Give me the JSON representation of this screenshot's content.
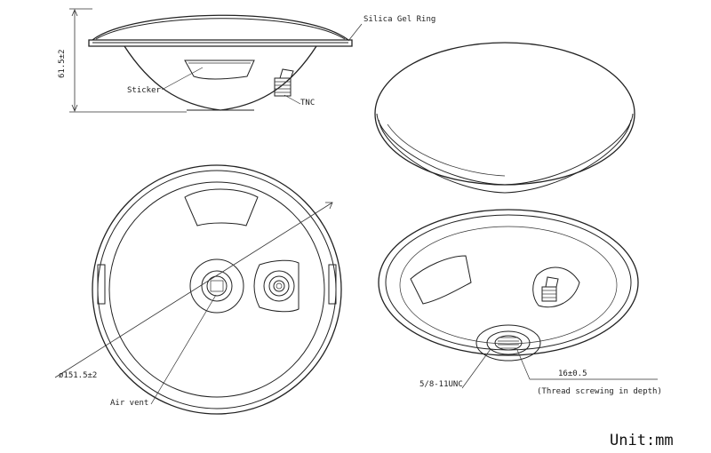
{
  "labels": {
    "silica_gel_ring": "Silica Gel Ring",
    "sticker": "Sticker",
    "tnc": "TNC",
    "height_dim": "61.5±2",
    "diameter_dim": "ø151.5±2",
    "air_vent": "Air vent",
    "thread_spec": "5/8-11UNC",
    "thread_depth": "16±0.5",
    "thread_note": "(Thread screwing in depth)"
  },
  "unit": "Unit:mm"
}
